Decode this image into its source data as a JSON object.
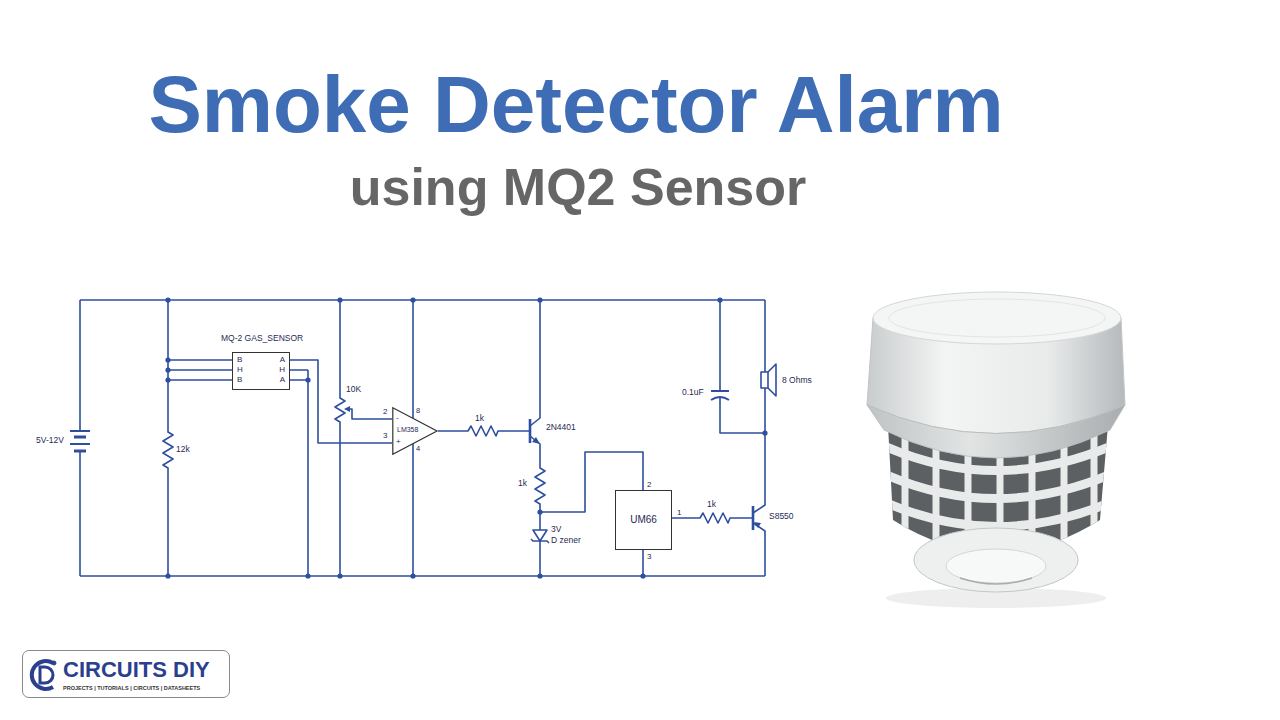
{
  "diagram": {
    "title": "Smoke Detector Alarm",
    "nodes": [
      {
        "text": [
          "MQ-2 GAS_SENSOR",
          "B",
          "H",
          "B",
          "A",
          "H",
          "A"
        ]
      },
      {
        "text": [
          "LM358",
          "2",
          "3",
          "8",
          "4",
          "-",
          "+"
        ]
      },
      {
        "text": [
          "UM66",
          "2",
          "1",
          "3"
        ]
      },
      {
        "text": [
          "CIRCUITS DIY",
          "PROJECTS | TUTORIALS | CIRCUITS | DATASHEETS"
        ]
      }
    ],
    "edges": [
      {
        "from": 0,
        "to": 1,
        "arrow": "none"
      }
    ],
    "labels": [
      "using MQ2 Sensor",
      "5V-12V",
      "12k",
      "10K",
      "1k",
      "2N4401",
      "1k",
      "3V",
      "D zener",
      "0.1uF",
      "8 Ohms",
      "1k",
      "S8550"
    ]
  }
}
